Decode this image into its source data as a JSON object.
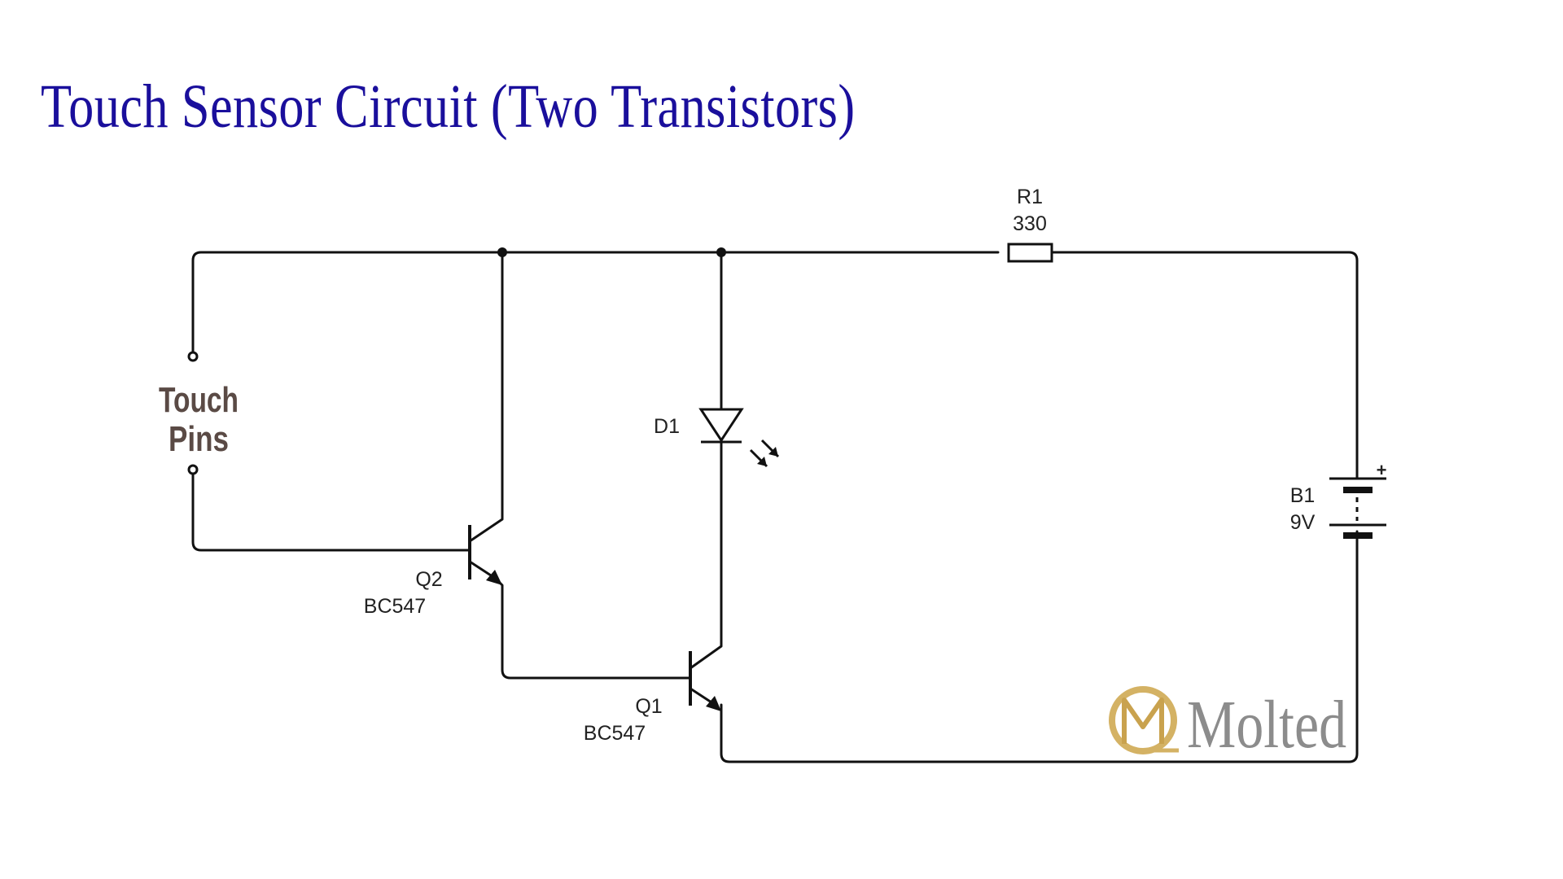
{
  "title": "Touch Sensor Circuit (Two Transistors)",
  "touch_label": [
    "Touch",
    "Pins"
  ],
  "components": {
    "r1": {
      "ref": "R1",
      "value": "330"
    },
    "d1": {
      "ref": "D1"
    },
    "b1": {
      "ref": "B1",
      "value": "9V",
      "polarity": "+"
    },
    "q2": {
      "ref": "Q2",
      "value": "BC547"
    },
    "q1": {
      "ref": "Q1",
      "value": "BC547"
    }
  },
  "watermark": {
    "text": "Molted",
    "logo": "molted-logo-icon"
  },
  "colors": {
    "title": "#1a0f9c",
    "wire": "#111111",
    "touch_label": "#5a4a45",
    "logo_gold": "#d4b264",
    "watermark_text": "#8c8c8c"
  }
}
